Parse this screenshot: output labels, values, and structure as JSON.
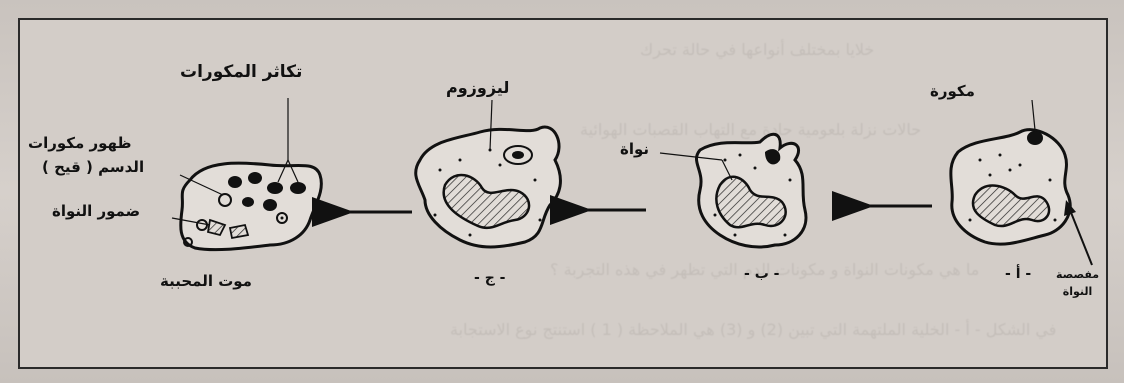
{
  "stages": [
    {
      "id": "a",
      "caption": "- أ -"
    },
    {
      "id": "b",
      "caption": "- ب -"
    },
    {
      "id": "c",
      "caption": "- ج -"
    }
  ],
  "labels": {
    "bacterium": "مكورة",
    "nucleus_lobes": "مفصصة\nالنواة",
    "nucleus": "نواة",
    "lysosome": "ليزوزوم",
    "bacteria_multiply": "تكاثر المكورات",
    "bacteria_appear": "ظهور مكورات",
    "pus": "الدسم ( قيح )",
    "nucleus_shrink": "ضمور النواة",
    "cell_death": "موت المحببة"
  },
  "background_text": [
    "خلايا بمختلف أنواعها في حالة تحرك",
    "حالات نزلة بلعومية حادة مع التهاب القصبات الهوائية",
    "ما هي مكونات النواة و مكونات الدم التي تظهر في هذه التجربة ؟",
    "في الشكل - أ - الخلية الملتهمة التي تبين (2) و (3) هي الملاحظة ( 1 ) استنتج نوع الاستجابة"
  ]
}
